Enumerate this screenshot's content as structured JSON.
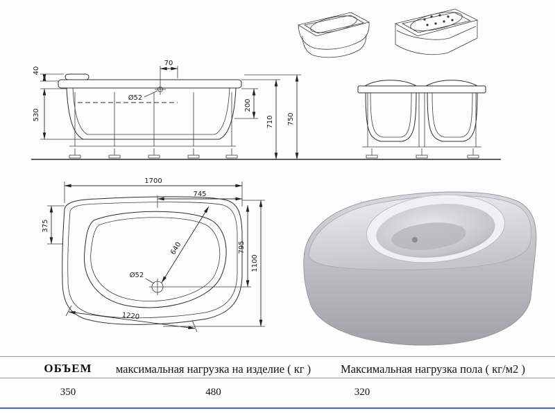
{
  "drawing": {
    "front": {
      "d40": "40",
      "d70": "70",
      "d530": "530",
      "d200": "200",
      "d710": "710",
      "d750": "750",
      "drain": "Ø52"
    },
    "plan": {
      "d1700": "1700",
      "d745": "745",
      "d375": "375",
      "d795": "795",
      "d1100": "1100",
      "d640": "640",
      "d1220": "1220",
      "drain": "Ø52"
    }
  },
  "table": {
    "headers": [
      "ОБЪЕМ",
      "максимальная нагрузка на изделие ( кг )",
      "Максимальная нагрузка пола ( кг/м2 )"
    ],
    "values": [
      "350",
      "480",
      "320"
    ]
  },
  "colors": {
    "line": "#222222",
    "accent_rule": "#4a5ec4"
  }
}
